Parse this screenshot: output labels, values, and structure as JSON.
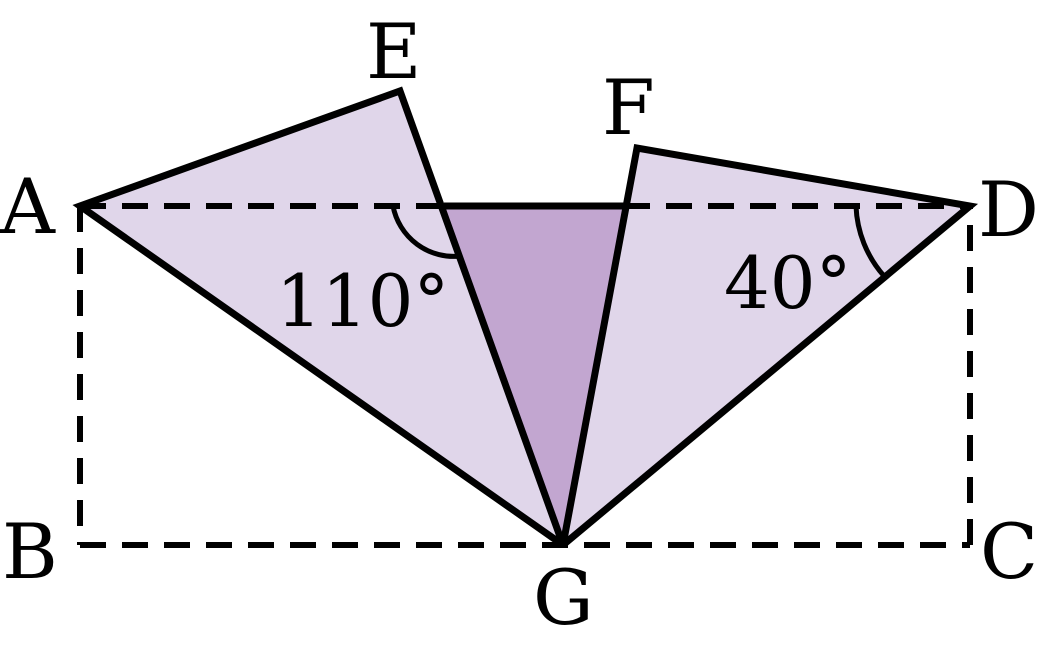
{
  "points": {
    "A": "A",
    "B": "B",
    "C": "C",
    "D": "D",
    "E": "E",
    "F": "F",
    "G": "G"
  },
  "angles": {
    "left": "110°",
    "right": "40°"
  },
  "colors": {
    "light_fill": "#e0d6ea",
    "dark_fill": "#c2a6d0",
    "stroke": "#000000"
  }
}
